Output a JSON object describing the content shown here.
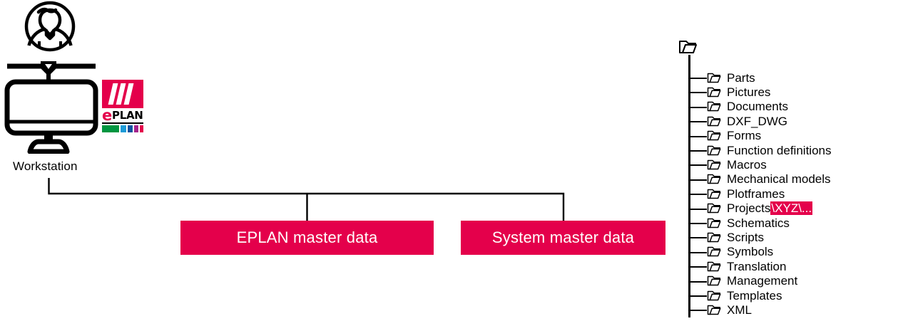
{
  "colors": {
    "accent": "#E4004B",
    "line": "#000000",
    "text": "#000000",
    "on_accent": "#ffffff"
  },
  "workstation": {
    "label": "Workstation",
    "avatar_icon": "user-avatar-icon",
    "monitor_icon": "desktop-monitor-icon"
  },
  "eplan_logo": {
    "e_letter": "e",
    "plan_text": "PLAN",
    "swatch_colors": [
      "#009640",
      "#1D9BD7",
      "#0F53A0",
      "#A4238C",
      "#E4004B"
    ]
  },
  "boxes": [
    {
      "id": "eplan-master-data",
      "label": "EPLAN master data"
    },
    {
      "id": "system-master-data",
      "label": "System master data"
    }
  ],
  "folder_tree": {
    "root_icon": "folder-icon",
    "items": [
      {
        "label": "Parts"
      },
      {
        "label": "Pictures"
      },
      {
        "label": "Documents"
      },
      {
        "label": "DXF_DWG"
      },
      {
        "label": "Forms"
      },
      {
        "label": "Function definitions"
      },
      {
        "label": "Macros"
      },
      {
        "label": "Mechanical models"
      },
      {
        "label": "Plotframes"
      },
      {
        "label": "Projects",
        "highlight": "\\XYZ\\..."
      },
      {
        "label": "Schematics"
      },
      {
        "label": "Scripts"
      },
      {
        "label": "Symbols"
      },
      {
        "label": "Translation"
      },
      {
        "label": "Management"
      },
      {
        "label": "Templates"
      },
      {
        "label": "XML"
      }
    ]
  }
}
